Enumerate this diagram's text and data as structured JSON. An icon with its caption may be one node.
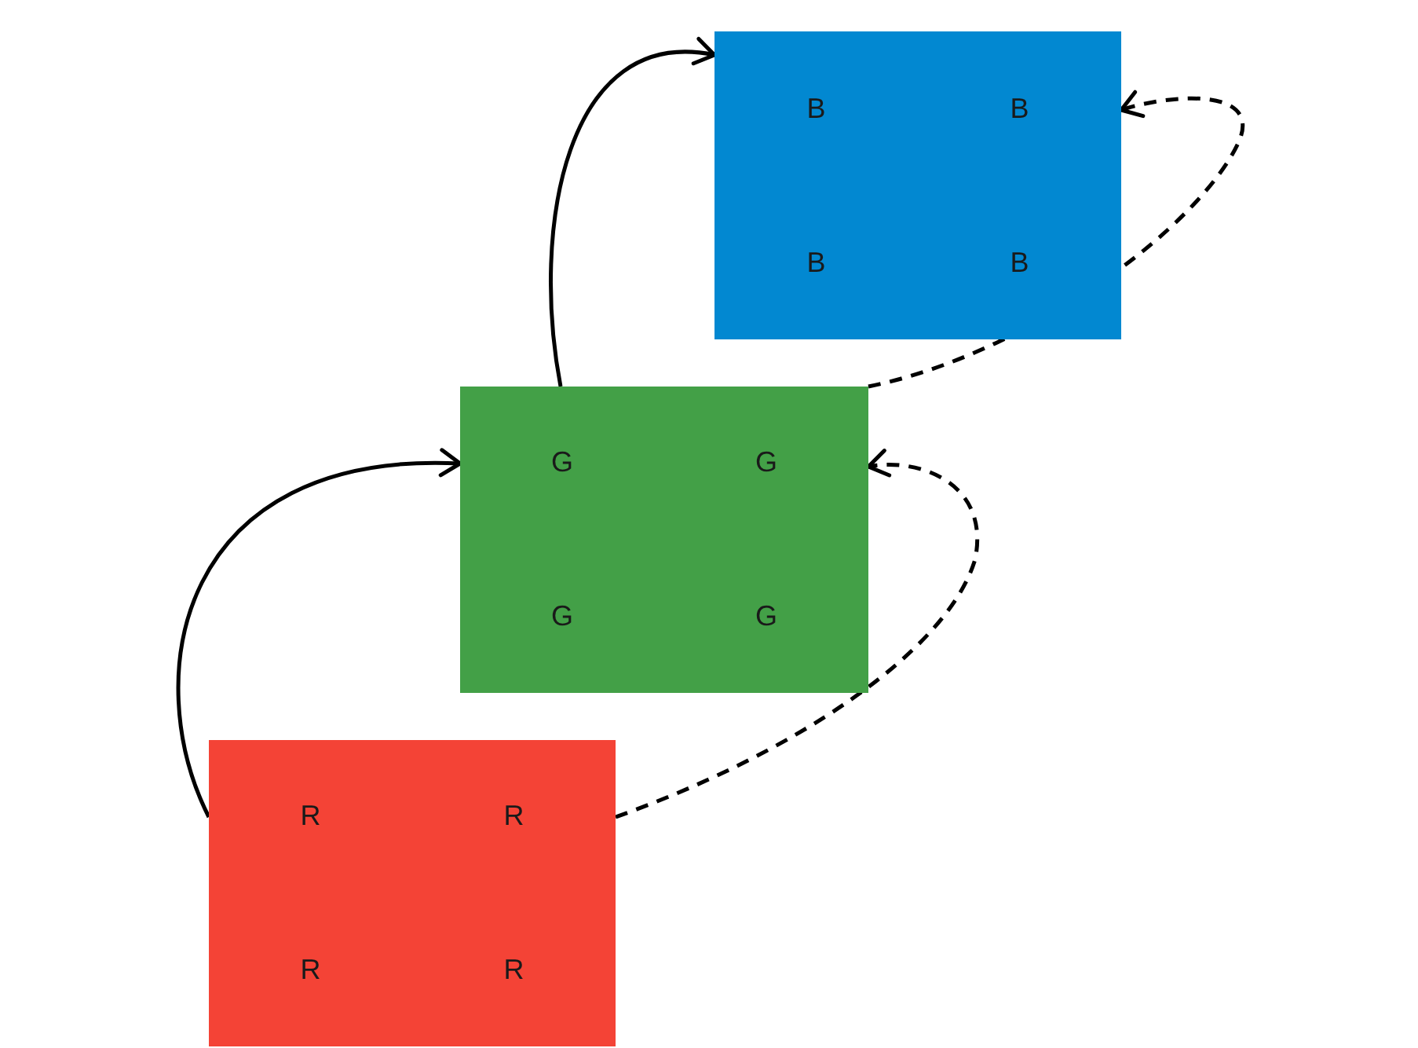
{
  "diagram": {
    "nodes": [
      {
        "text": [
          "B",
          "B",
          "B",
          "B"
        ]
      },
      {
        "text": [
          "G",
          "G",
          "G",
          "G"
        ]
      },
      {
        "text": [
          "R",
          "R",
          "R",
          "R"
        ]
      }
    ],
    "edges": [
      {
        "from": 2,
        "to": 1,
        "arrow": "to"
      },
      {
        "from": 1,
        "to": 0,
        "arrow": "to"
      },
      {
        "from": 2,
        "to": 1,
        "arrow": "to",
        "style": "dashed"
      },
      {
        "from": 1,
        "to": 0,
        "arrow": "to",
        "style": "dashed"
      }
    ]
  }
}
